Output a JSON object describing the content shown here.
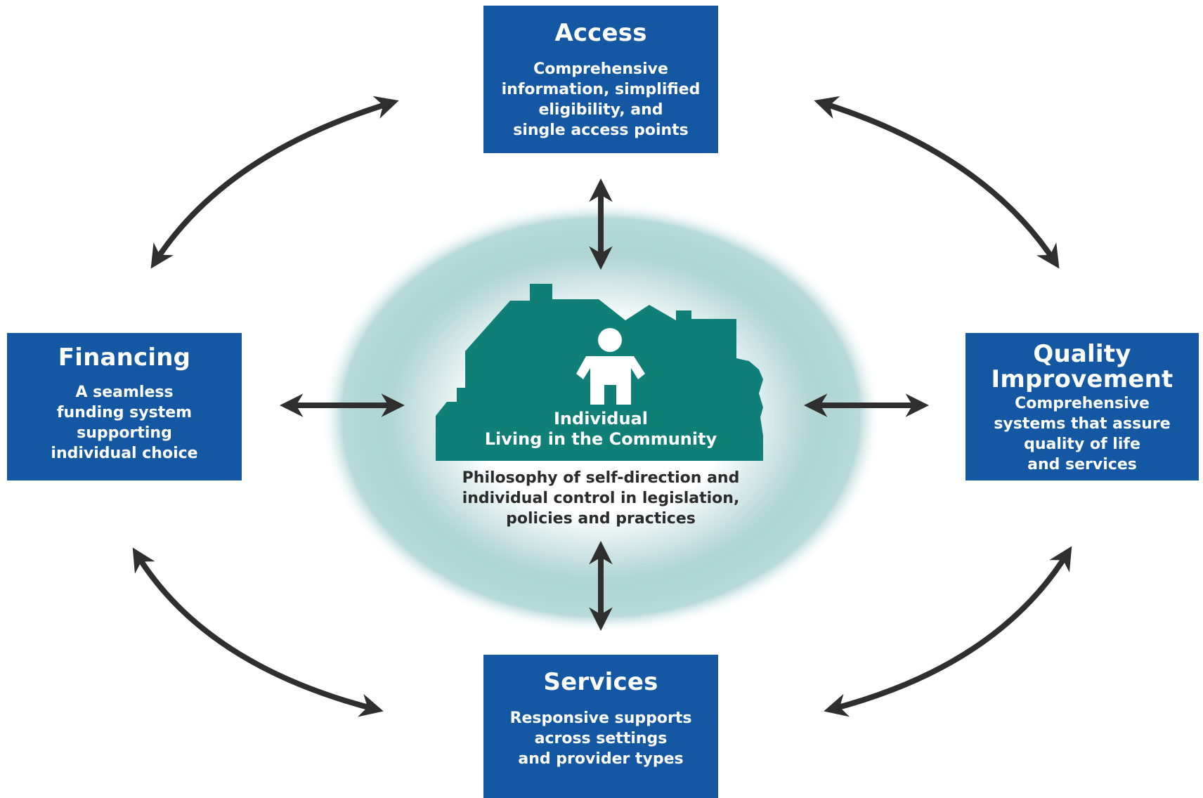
{
  "center": {
    "title": "Individual\nLiving in the Community",
    "description": "Philosophy of self-direction and\nindividual control in legislation,\npolicies and practices",
    "icon": "house-with-person-icon"
  },
  "boxes": {
    "access": {
      "title": "Access",
      "description": "Comprehensive\ninformation, simplified\neligibility, and\nsingle access points"
    },
    "financing": {
      "title": "Financing",
      "description": "A seamless\nfunding system\nsupporting\nindividual choice"
    },
    "quality": {
      "title": "Quality\nImprovement",
      "description": "Comprehensive\nsystems that assure\nquality of life\nand services"
    },
    "services": {
      "title": "Services",
      "description": "Responsive supports\nacross settings\nand provider types"
    }
  },
  "colors": {
    "box_blue": "#1458a3",
    "house_teal": "#0f7f78",
    "glow_teal": "#7fbcbc",
    "arrow_dark": "#2f2f2f"
  },
  "connectors": {
    "center_arrows": [
      "access",
      "services",
      "financing",
      "quality"
    ],
    "ring_arrows": [
      "access-financing",
      "access-quality",
      "financing-services",
      "quality-services"
    ]
  }
}
